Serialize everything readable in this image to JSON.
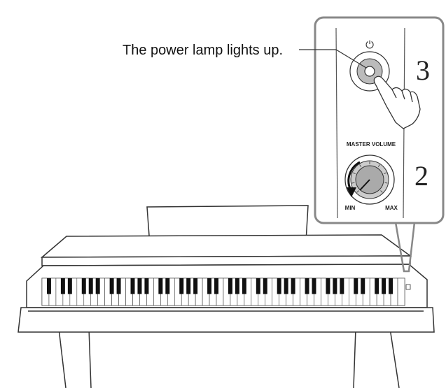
{
  "callout": {
    "caption": "The power lamp lights up.",
    "step_power": "3",
    "step_volume": "2",
    "power_symbol": "⏻",
    "volume_label": "MASTER VOLUME",
    "volume_min": "MIN",
    "volume_max": "MAX"
  },
  "piano": {
    "white_key_count": 52,
    "black_key_pattern": [
      1,
      0,
      1,
      1,
      0,
      1,
      1,
      1,
      0,
      1,
      1,
      0,
      1,
      1,
      1,
      0
    ]
  },
  "colors": {
    "callout_border": "#888888",
    "line": "#333333",
    "button_gray": "#bbbbbb",
    "black_key": "#111111"
  },
  "icons": {
    "hand": "pointing-hand-icon",
    "power": "power-icon",
    "knob": "volume-knob-icon"
  }
}
